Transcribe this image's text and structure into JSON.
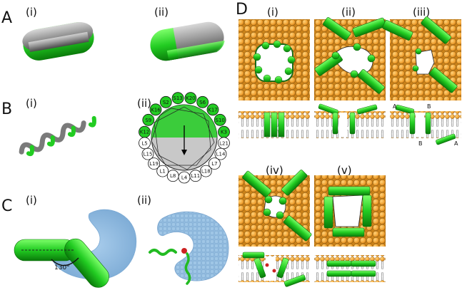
{
  "panels": {
    "A": {
      "label": "A",
      "sub": [
        "(i)",
        "(ii)"
      ]
    },
    "B": {
      "label": "B",
      "sub": [
        "(i)",
        "(ii)"
      ],
      "wheel_residues_green": [
        "K12",
        "S9",
        "K16",
        "S2",
        "S13",
        "K20",
        "S6",
        "K17",
        "S10",
        "K3"
      ],
      "wheel_residues_white": [
        "L21",
        "L14",
        "L7",
        "L18",
        "L11",
        "L4",
        "L8",
        "L1",
        "L19",
        "L15",
        "L5"
      ]
    },
    "C": {
      "label": "C",
      "sub": [
        "(i)",
        "(ii)"
      ],
      "angle_text": "130°"
    },
    "D": {
      "label": "D",
      "sub": [
        "(i)",
        "(ii)",
        "(iii)",
        "(iv)",
        "(v)"
      ],
      "tag_a": "A",
      "tag_b": "B"
    }
  },
  "colors": {
    "green": "#22cc22",
    "dark_green": "#118811",
    "grey": "#8a8a8a",
    "lipid": "#f0a030",
    "lipid_edge": "#8a5a10",
    "membrane_blue": "#8bb8de"
  }
}
